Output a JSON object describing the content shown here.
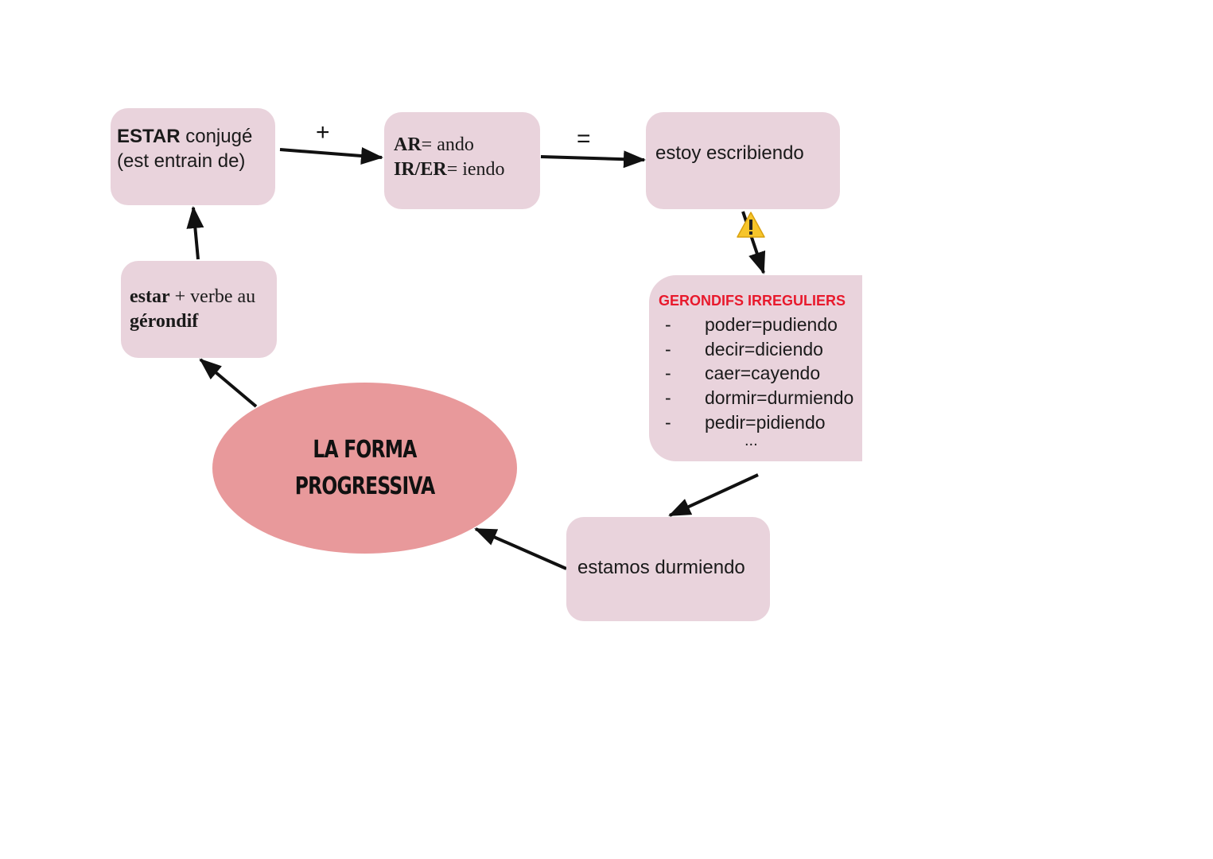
{
  "diagram": {
    "center": {
      "line1": "LA FORMA",
      "line2": "PROGRESSIVA",
      "color": "#e8999b"
    },
    "node_color": "#e9d3dc",
    "nodes": {
      "estar_conjugue": {
        "bold": "ESTAR",
        "rest": " conjugé",
        "line2": "(est entrain de)"
      },
      "endings": {
        "ar_bold": "AR",
        "ar_rest": "= ando",
        "irer_bold": "IR/ER",
        "irer_rest": "= iendo"
      },
      "example1": {
        "text": "estoy escribiendo"
      },
      "irregular": {
        "title": "GERONDIFS IRREGULIERS",
        "title_color": "#e8192c",
        "bullet": "-",
        "items": [
          "poder=pudiendo",
          "decir=diciendo",
          "caer=cayendo",
          "dormir=durmiendo",
          "pedir=pidiendo"
        ],
        "more": "..."
      },
      "rule": {
        "bold1": "estar",
        "rest1": " + verbe au",
        "bold2": "gérondif"
      },
      "example2": {
        "text": "estamos durmiendo"
      }
    },
    "edge_labels": {
      "plus": "+",
      "equals": "="
    },
    "icons": {
      "warning": "warning-icon"
    }
  }
}
